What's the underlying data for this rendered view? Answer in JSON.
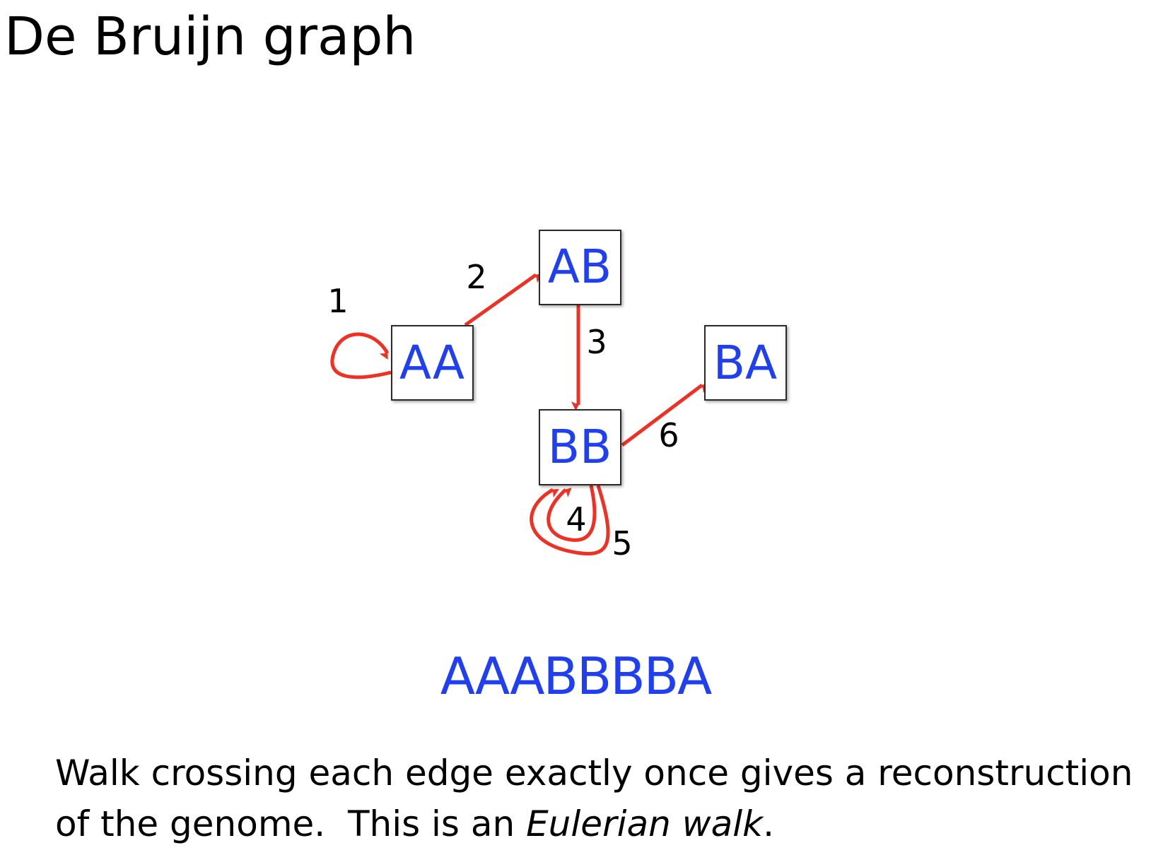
{
  "title": "De Bruijn graph",
  "colors": {
    "node_text": "#1f3ff0",
    "edge": "#f03022",
    "node_border": "#2a2a2a"
  },
  "nodes": [
    {
      "id": "AA",
      "label": "AA"
    },
    {
      "id": "AB",
      "label": "AB"
    },
    {
      "id": "BB",
      "label": "BB"
    },
    {
      "id": "BA",
      "label": "BA"
    }
  ],
  "edges": [
    {
      "label": "1",
      "from": "AA",
      "to": "AA"
    },
    {
      "label": "2",
      "from": "AA",
      "to": "AB"
    },
    {
      "label": "3",
      "from": "AB",
      "to": "BB"
    },
    {
      "label": "4",
      "from": "BB",
      "to": "BB"
    },
    {
      "label": "5",
      "from": "BB",
      "to": "BB"
    },
    {
      "label": "6",
      "from": "BB",
      "to": "BA"
    }
  ],
  "sequence": "AAABBBBA",
  "caption": {
    "line1": "Walk crossing each edge exactly once gives a reconstruction",
    "line2_prefix": "of the genome.  This is an ",
    "line2_emphasis": "Eulerian walk",
    "line2_suffix": "."
  }
}
